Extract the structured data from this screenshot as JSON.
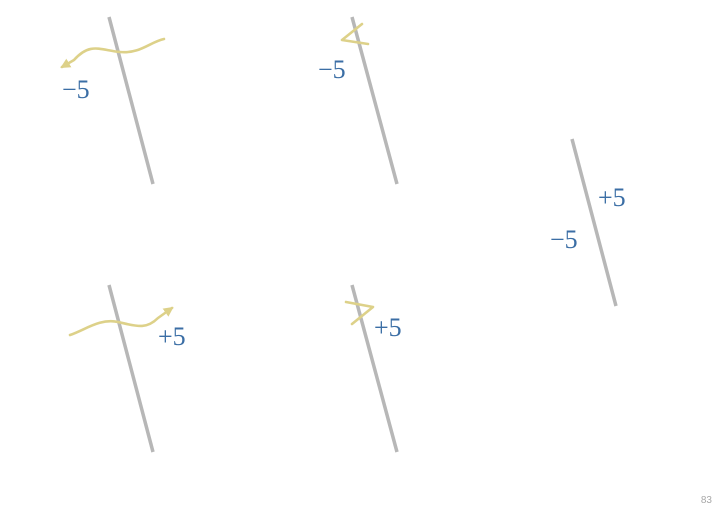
{
  "colors": {
    "line": "#b7b7b7",
    "path": "#ddd189",
    "label": "#3b6ea5",
    "page_number": "#a8a8a8"
  },
  "panels": [
    {
      "id": "crossing-right-to-left",
      "path_shape": "wavy-arrow-crossing-leftward",
      "labels": [
        "−5"
      ]
    },
    {
      "id": "touch-and-return-left",
      "path_shape": "zigzag-touching-line-left-side",
      "labels": [
        "−5"
      ]
    },
    {
      "id": "summary",
      "path_shape": "none",
      "labels": [
        "+5",
        "−5"
      ]
    },
    {
      "id": "crossing-left-to-right",
      "path_shape": "wavy-arrow-crossing-rightward",
      "labels": [
        "+5"
      ]
    },
    {
      "id": "touch-and-return-right",
      "path_shape": "zigzag-touching-line-right-side",
      "labels": [
        "+5"
      ]
    }
  ],
  "page_number": "83"
}
